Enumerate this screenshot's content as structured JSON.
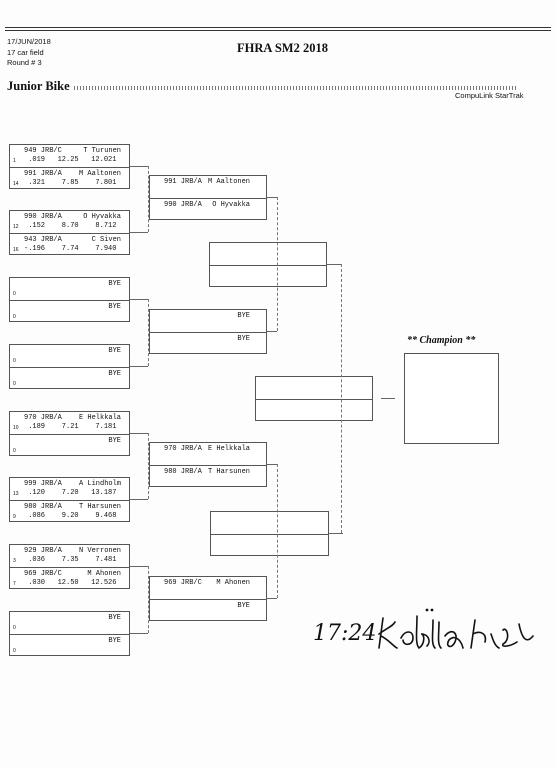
{
  "header": {
    "date": "17/JUN/2018",
    "field": "17 car field",
    "round": "Round # 3",
    "title": "FHRA SM2 2018",
    "class_name": "Junior Bike",
    "brand": "CompuLink StarTrak"
  },
  "round1": [
    {
      "top": {
        "num": "949",
        "cls": "JRB/C",
        "name": "T Turunen",
        "lane": "1",
        "rt": ".019",
        "et": "12.25",
        "dial": "12.021"
      },
      "bot": {
        "num": "991",
        "cls": "JRB/A",
        "name": "M Aaltonen",
        "lane": "14",
        "rt": ".321",
        "et": "7.85",
        "dial": "7.801"
      }
    },
    {
      "top": {
        "num": "990",
        "cls": "JRB/A",
        "name": "O Hyvakka",
        "lane": "12",
        "rt": ".152",
        "et": "8.70",
        "dial": "8.712"
      },
      "bot": {
        "num": "943",
        "cls": "JRB/A",
        "name": "C Siven",
        "lane": "16",
        "rt": "-.196",
        "et": "7.74",
        "dial": "7.940"
      }
    },
    {
      "top": {
        "num": "",
        "cls": "",
        "name": "BYE",
        "lane": "0",
        "rt": "",
        "et": "",
        "dial": ""
      },
      "bot": {
        "num": "",
        "cls": "",
        "name": "BYE",
        "lane": "0",
        "rt": "",
        "et": "",
        "dial": ""
      }
    },
    {
      "top": {
        "num": "",
        "cls": "",
        "name": "BYE",
        "lane": "0",
        "rt": "",
        "et": "",
        "dial": ""
      },
      "bot": {
        "num": "",
        "cls": "",
        "name": "BYE",
        "lane": "0",
        "rt": "",
        "et": "",
        "dial": ""
      }
    },
    {
      "top": {
        "num": "970",
        "cls": "JRB/A",
        "name": "E Helkkala",
        "lane": "10",
        "rt": ".189",
        "et": "7.21",
        "dial": "7.181"
      },
      "bot": {
        "num": "",
        "cls": "",
        "name": "BYE",
        "lane": "0",
        "rt": "",
        "et": "",
        "dial": ""
      }
    },
    {
      "top": {
        "num": "999",
        "cls": "JRB/A",
        "name": "A Lindholm",
        "lane": "13",
        "rt": ".120",
        "et": "7.20",
        "dial": "13.187"
      },
      "bot": {
        "num": "980",
        "cls": "JRB/A",
        "name": "T Harsunen",
        "lane": "9",
        "rt": ".086",
        "et": "9.20",
        "dial": "9.468"
      }
    },
    {
      "top": {
        "num": "929",
        "cls": "JRB/A",
        "name": "N Verronen",
        "lane": "3",
        "rt": ".036",
        "et": "7.35",
        "dial": "7.481"
      },
      "bot": {
        "num": "969",
        "cls": "JRB/C",
        "name": "M Ahonen",
        "lane": "7",
        "rt": ".030",
        "et": "12.50",
        "dial": "12.526"
      }
    },
    {
      "top": {
        "num": "",
        "cls": "",
        "name": "BYE",
        "lane": "0",
        "rt": "",
        "et": "",
        "dial": ""
      },
      "bot": {
        "num": "",
        "cls": "",
        "name": "BYE",
        "lane": "0",
        "rt": "",
        "et": "",
        "dial": ""
      }
    }
  ],
  "round2": [
    {
      "top": {
        "num": "991",
        "cls": "JRB/A",
        "name": "M Aaltonen"
      },
      "bot": {
        "num": "990",
        "cls": "JRB/A",
        "name": "O Hyvakka"
      }
    },
    {
      "top": {
        "num": "",
        "cls": "",
        "name": "BYE"
      },
      "bot": {
        "num": "",
        "cls": "",
        "name": "BYE"
      }
    },
    {
      "top": {
        "num": "970",
        "cls": "JRB/A",
        "name": "E Helkkala"
      },
      "bot": {
        "num": "980",
        "cls": "JRB/A",
        "name": "T Harsunen"
      }
    },
    {
      "top": {
        "num": "969",
        "cls": "JRB/C",
        "name": "M Ahonen"
      },
      "bot": {
        "num": "",
        "cls": "",
        "name": "BYE"
      }
    }
  ],
  "champion_label": "** Champion **",
  "handwritten_time": "17:24"
}
